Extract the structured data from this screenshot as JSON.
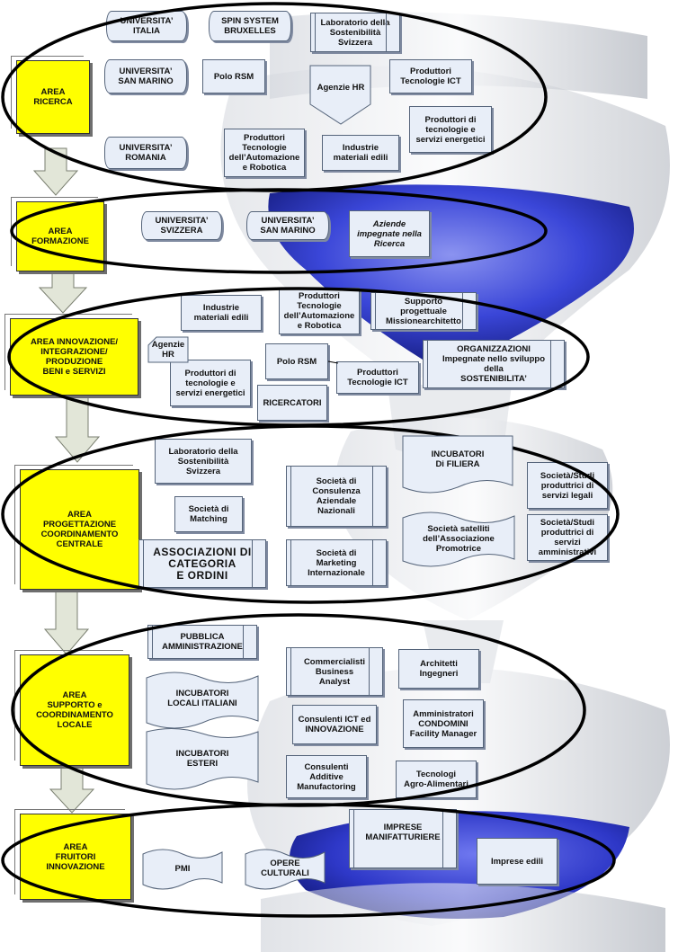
{
  "areas": {
    "ricerca": "AREA\nRICERCA",
    "formazione": "AREA\nFORMAZIONE",
    "innovazione": "AREA INNOVAZIONE/\nINTEGRAZIONE/\nPRODUZIONE\nBENI e SERVIZI",
    "progettazione": "AREA\nPROGETTAZIONE\nCOORDINAMENTO\nCENTRALE",
    "supporto": "AREA\nSUPPORTO e\nCOORDINAMENTO\nLOCALE",
    "fruitori": "AREA\nFRUITORI\nINNOVAZIONE"
  },
  "ricerca": {
    "universita_italia": "UNIVERSITA’\nITALIA",
    "spin_system": "SPIN SYSTEM\nBRUXELLES",
    "lab_sostenibilita": "Laboratorio della\nSostenibilità\nSvizzera",
    "universita_san_marino": "UNIVERSITA’\nSAN MARINO",
    "polo_rsm": "Polo RSM",
    "agenzie_hr": "Agenzie HR",
    "produttori_ict": "Produttori\nTecnologie ICT",
    "produttori_energetici": "Produttori di\ntecnologie e\nservizi energetici",
    "universita_romania": "UNIVERSITA’\nROMANIA",
    "produttori_automazione": "Produttori\nTecnologie\ndell’Automazione\ne Robotica",
    "industrie_materiali": "Industrie\nmateriali edili"
  },
  "formazione": {
    "universita_svizzera": "UNIVERSITA’\nSVIZZERA",
    "universita_san_marino": "UNIVERSITA’\nSAN MARINO",
    "aziende_ricerca": "Aziende\nimpegnate nella\nRicerca"
  },
  "innovazione": {
    "industrie_materiali": "Industrie\nmateriali edili",
    "produttori_automazione": "Produttori\nTecnologie\ndell’Automazione\ne Robotica",
    "supporto_progettuale": "Supporto\nprogettuale\nMissionearchitetto",
    "agenzie_hr": "Agenzie\nHR",
    "polo_rsm": "Polo RSM",
    "produttori_ict": "Produttori\nTecnologie ICT",
    "organizzazioni": "ORGANIZZAZIONI\nImpegnate nello sviluppo\ndella\nSOSTENIBILITA’",
    "produttori_energetici": "Produttori di\ntecnologie e\nservizi energetici",
    "ricercatori": "RICERCATORI"
  },
  "progettazione": {
    "lab_sostenibilita": "Laboratorio della\nSostenibilità\nSvizzera",
    "incubatori_filiera": "INCUBATORI\nDi FILIERA",
    "societa_consulenza": "Società di\nConsulenza\nAziendale\nNazionali",
    "societa_legali": "Società/Studi\nproduttrici di\nservizi legali",
    "societa_matching": "Società di\nMatching",
    "societa_satelliti": "Società satelliti\ndell’Associazione\nPromotrice",
    "associazioni": "ASSOCIAZIONI DI\nCATEGORIA\nE ORDINI",
    "societa_marketing": "Società di\nMarketing\nInternazionale",
    "societa_amministrativi": "Società/Studi\nproduttrici di\nservizi\namministrativi"
  },
  "supporto": {
    "pubblica_amministrazione": "PUBBLICA\nAMMINISTRAZIONE",
    "commercialisti": "Commercialisti\nBusiness\nAnalyst",
    "architetti": "Architetti\nIngegneri",
    "incubatori_locali": "INCUBATORI\nLOCALI ITALIANI",
    "incubatori_esteri": "INCUBATORI\nESTERI",
    "consulenti_ict": "Consulenti ICT ed\nINNOVAZIONE",
    "amministratori": "Amministratori\nCONDOMINI\nFacility Manager",
    "consulenti_additive": "Consulenti\nAdditive\nManufactoring",
    "tecnologi": "Tecnologi\nAgro-Alimentari"
  },
  "fruitori": {
    "imprese_manifatturiere": "IMPRESE\nMANIFATTURIERE",
    "imprese_edili": "Imprese edili",
    "pmi": "PMI",
    "opere_culturali": "OPERE\nCULTURALI"
  },
  "colors": {
    "area_fill": "#ffff00",
    "box_fill": "#e8eef8",
    "ellipse_stroke": "#000000",
    "hourglass_blue": "#3a46d8",
    "arrow_fill": "#e2e6d8"
  }
}
